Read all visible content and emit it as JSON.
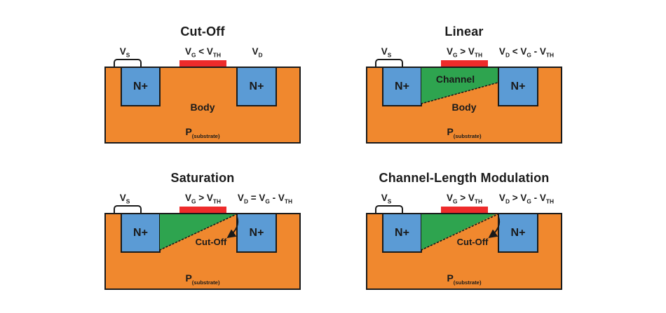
{
  "colors": {
    "background": "#ffffff",
    "body_orange": "#f0882e",
    "n_plus_blue": "#5b9bd5",
    "channel_green": "#2ea44f",
    "gate_red": "#ee2b2b",
    "line_black": "#1a1a1a"
  },
  "panels": [
    {
      "title": "Cut-Off",
      "source_label": "V_S",
      "gate_label": "V_G < V_TH",
      "drain_label": "V_D",
      "n_left": "N+",
      "n_right": "N+",
      "body_label": "Body",
      "substrate_label": "P_(substrate)"
    },
    {
      "title": "Linear",
      "source_label": "V_S",
      "gate_label": "V_G > V_TH",
      "drain_label": "V_D < V_G - V_TH",
      "n_left": "N+",
      "n_right": "N+",
      "channel_label": "Channel",
      "body_label": "Body",
      "substrate_label": "P_(substrate)"
    },
    {
      "title": "Saturation",
      "source_label": "V_S",
      "gate_label": "V_G > V_TH",
      "drain_label": "V_D = V_G - V_TH",
      "n_left": "N+",
      "n_right": "N+",
      "pinchoff_label": "Cut-Off",
      "substrate_label": "P_(substrate)"
    },
    {
      "title": "Channel-Length Modulation",
      "source_label": "V_S",
      "gate_label": "V_G > V_TH",
      "drain_label": "V_D > V_G - V_TH",
      "n_left": "N+",
      "n_right": "N+",
      "pinchoff_label": "Cut-Off",
      "substrate_label": "P_(substrate)"
    }
  ]
}
